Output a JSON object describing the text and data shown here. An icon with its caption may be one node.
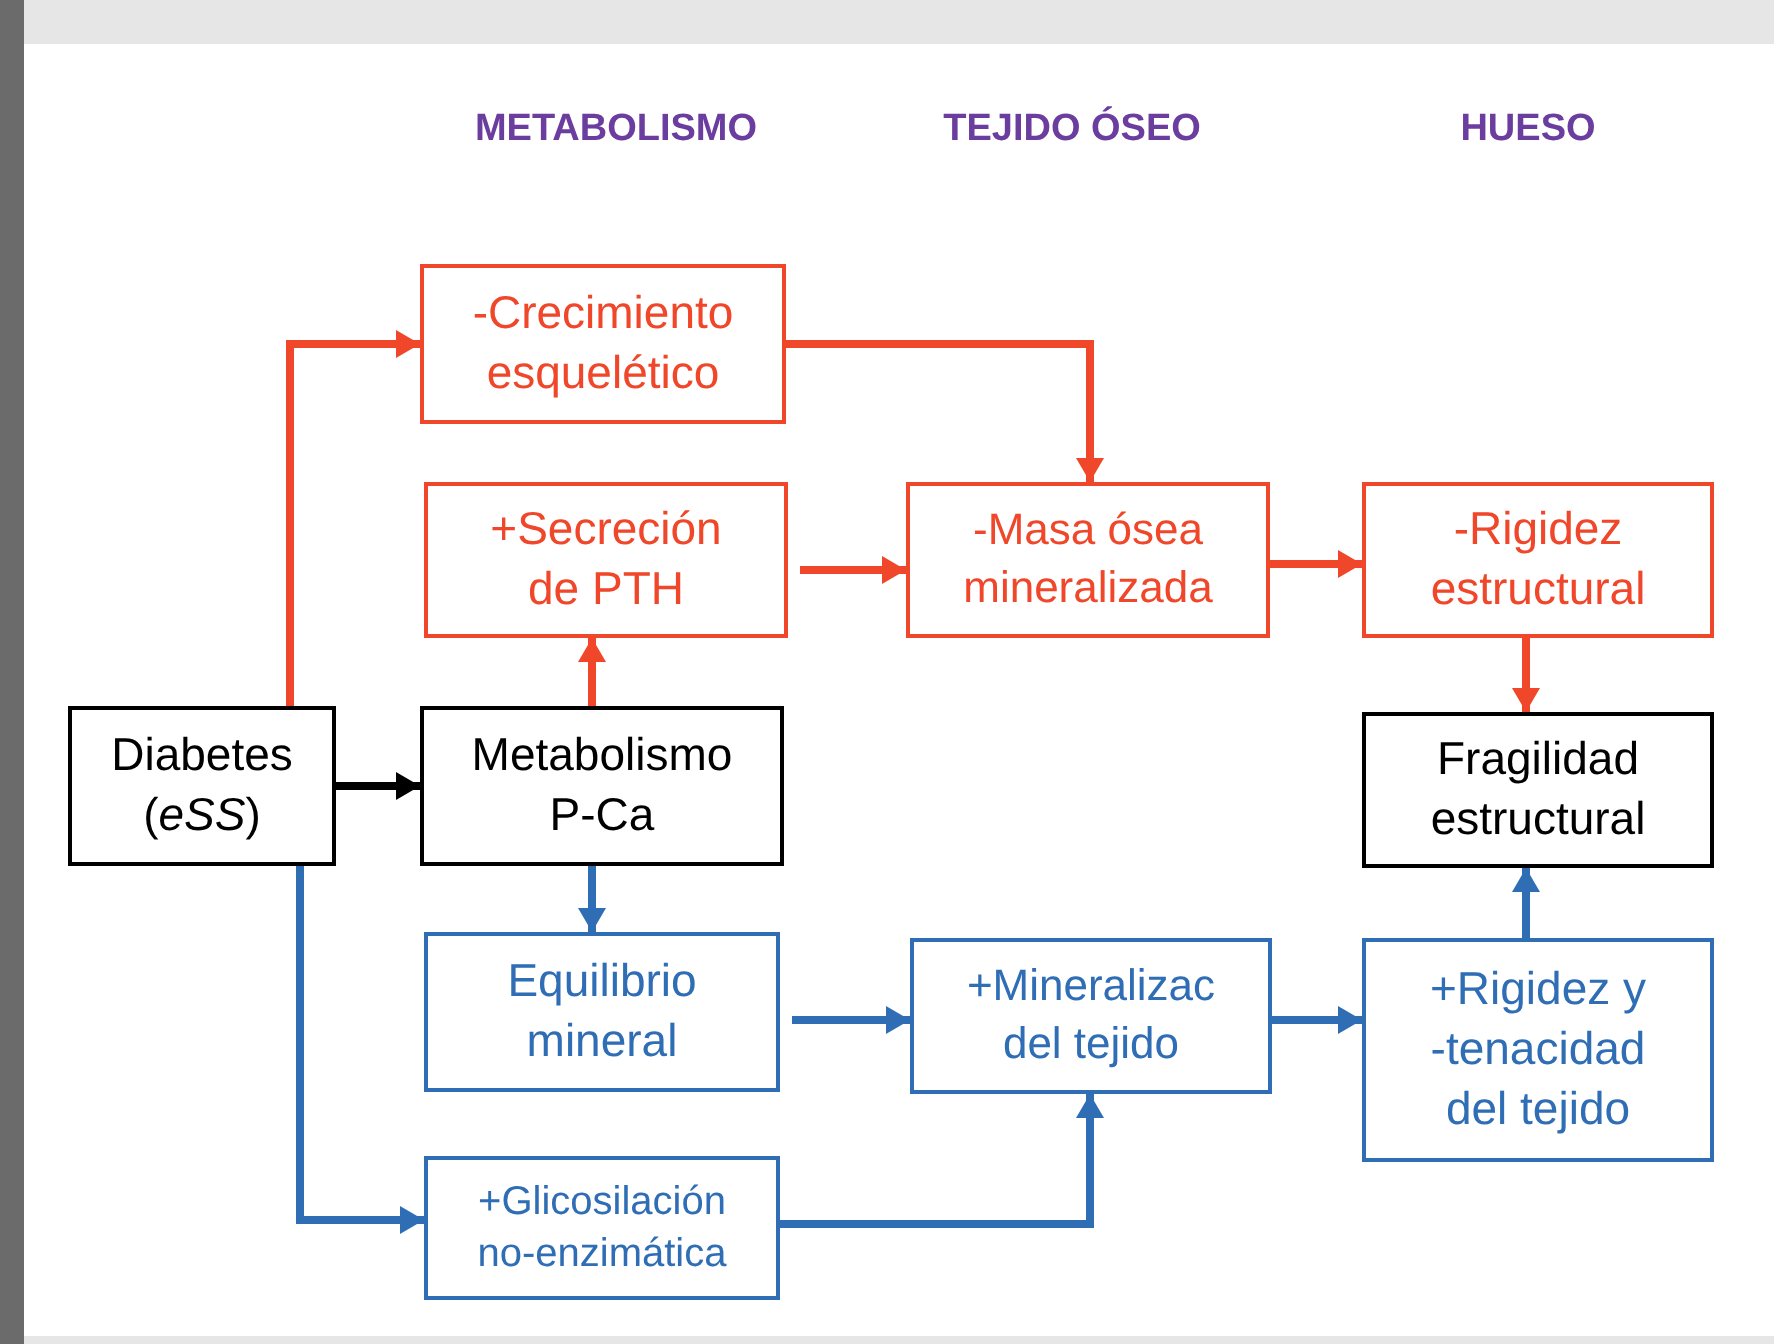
{
  "diagram": {
    "nodes": [
      {
        "text": [
          "-Crecimiento esquelético"
        ]
      },
      {
        "text": [
          "+Secreción de PTH"
        ]
      },
      {
        "text": [
          "-Masa ósea mineralizada"
        ]
      },
      {
        "text": [
          "-Rigidez estructural"
        ]
      },
      {
        "text": [
          "Diabetes (*eSS*)"
        ]
      },
      {
        "text": [
          "Metabolismo P-Ca"
        ]
      },
      {
        "text": [
          "Fragilidad estructural"
        ]
      },
      {
        "text": [
          "Equilibrio mineral"
        ]
      },
      {
        "text": [
          "+Mineralizac del tejido"
        ]
      },
      {
        "text": [
          "+Rigidez y -tenacidad del tejido"
        ]
      },
      {
        "text": [
          "+Glicosilación no-enzimática"
        ]
      }
    ],
    "edges": [
      {
        "from": 4,
        "to": 0,
        "arrow": "to",
        "color": "#f0462a"
      },
      {
        "from": 0,
        "to": 2,
        "arrow": "to",
        "color": "#f0462a"
      },
      {
        "from": 1,
        "to": 2,
        "arrow": "to",
        "color": "#f0462a"
      },
      {
        "from": 2,
        "to": 3,
        "arrow": "to",
        "color": "#f0462a"
      },
      {
        "from": 5,
        "to": 1,
        "arrow": "to",
        "color": "#f0462a"
      },
      {
        "from": 3,
        "to": 6,
        "arrow": "to",
        "color": "#f0462a"
      },
      {
        "from": 4,
        "to": 5,
        "arrow": "to",
        "color": "#000000"
      },
      {
        "from": 5,
        "to": 7,
        "arrow": "to",
        "color": "#2f6db5"
      },
      {
        "from": 7,
        "to": 8,
        "arrow": "to",
        "color": "#2f6db5"
      },
      {
        "from": 8,
        "to": 9,
        "arrow": "to",
        "color": "#2f6db5"
      },
      {
        "from": 9,
        "to": 6,
        "arrow": "to",
        "color": "#2f6db5"
      },
      {
        "from": 4,
        "to": 10,
        "arrow": "to",
        "color": "#2f6db5"
      },
      {
        "from": 10,
        "to": 8,
        "arrow": "to",
        "color": "#2f6db5"
      }
    ],
    "labels": [
      "METABOLISMO",
      "TEJIDO ÓSEO",
      "HUESO"
    ]
  }
}
